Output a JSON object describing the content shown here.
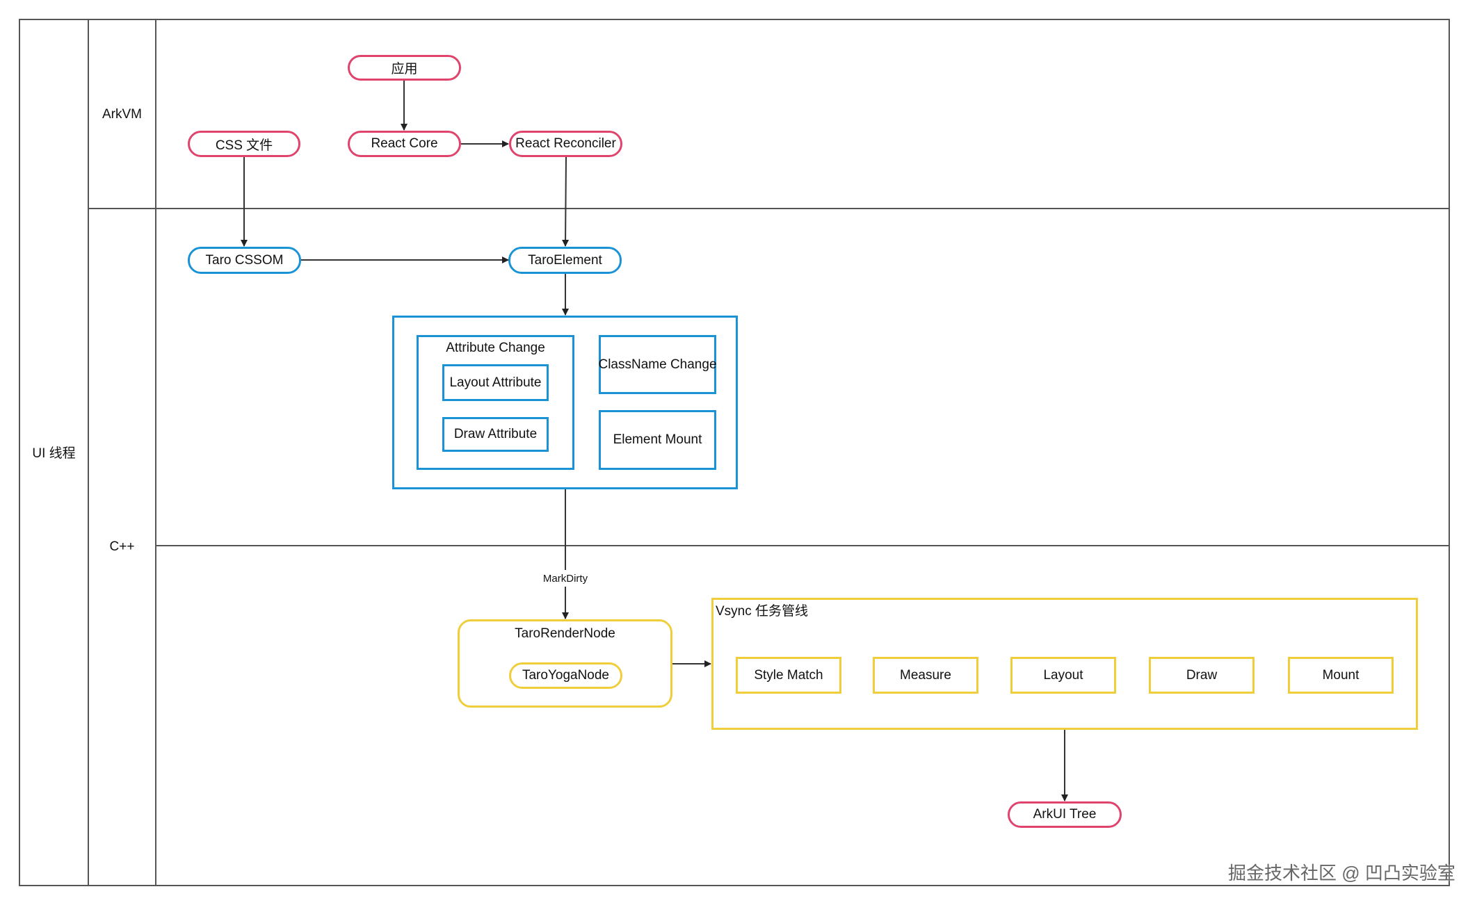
{
  "lanes": {
    "outer": "UI 线程",
    "arkvm": "ArkVM",
    "cpp": "C++"
  },
  "nodes": {
    "app": "应用",
    "react_core": "React Core",
    "react_reconciler": "React Reconciler",
    "css_file": "CSS 文件",
    "taro_cssom": "Taro CSSOM",
    "taro_element": "TaroElement",
    "attribute_change": "Attribute Change",
    "layout_attribute": "Layout Attribute",
    "draw_attribute": "Draw Attribute",
    "classname_change": "ClassName Change",
    "element_mount": "Element Mount",
    "mark_dirty": "MarkDirty",
    "taro_render_node": "TaroRenderNode",
    "taro_yoga_node": "TaroYogaNode",
    "vsync_pipeline": "Vsync 任务管线",
    "arkui_tree": "ArkUI Tree"
  },
  "pipeline_steps": [
    "Style Match",
    "Measure",
    "Layout",
    "Draw",
    "Mount"
  ],
  "colors": {
    "pink": "#e0436b",
    "blue": "#1a93d6",
    "yellow": "#f0cd3a",
    "line": "#333333"
  },
  "watermark": "掘金技术社区 @ 凹凸实验室"
}
